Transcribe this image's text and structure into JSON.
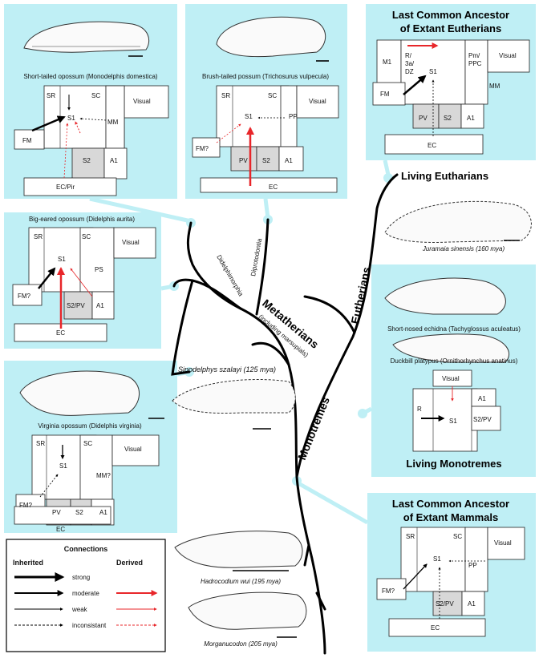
{
  "panels": {
    "monodelphis": {
      "caption": "Short-tailed opossum (Monodelphis domestica)",
      "labels": [
        "SR",
        "SC",
        "S1",
        "MM",
        "Visual",
        "FM",
        "S2",
        "A1",
        "EC/Pir"
      ]
    },
    "trichosurus": {
      "caption": "Brush-tailed possum (Trichosurus vulpecula)",
      "labels": [
        "SR",
        "SC",
        "S1",
        "PP",
        "Visual",
        "FM?",
        "PV",
        "S2",
        "A1",
        "EC"
      ]
    },
    "eutherian_lca": {
      "title_line1": "Last Common Ancestor",
      "title_line2": "of Extant Eutherians",
      "labels": [
        "M1",
        "R/",
        "3a/",
        "DZ",
        "S1",
        "Pm/",
        "PPC",
        "MM",
        "Visual",
        "FM",
        "PV",
        "S2",
        "A1",
        "EC"
      ]
    },
    "didelphis_aurita": {
      "caption": "Big-eared opossum (Didelphis aurita)",
      "labels": [
        "SR",
        "SC",
        "S1",
        "PS",
        "Visual",
        "FM?",
        "S2/PV",
        "A1",
        "EC"
      ]
    },
    "didelphis_virginia": {
      "caption": "Virginia opossum (Didelphis virginia)",
      "labels": [
        "SR",
        "SC",
        "S1",
        "MM?",
        "Visual",
        "FM?",
        "PV",
        "S2",
        "A1",
        "EC"
      ]
    },
    "monotremes": {
      "echidna_caption": "Short-nosed echidna (Tachyglossus aculeatus)",
      "platypus_caption": "Duckbill platypus (Ornithorhynchus anatinus)",
      "labels": [
        "Visual",
        "R",
        "S1",
        "A1",
        "S2/PV"
      ],
      "title": "Living Monotremes"
    },
    "mammal_lca": {
      "title_line1": "Last Common Ancestor",
      "title_line2": "of Extant Mammals",
      "labels": [
        "SR",
        "SC",
        "S1",
        "PP",
        "Visual",
        "FM?",
        "S2/PV",
        "A1",
        "EC"
      ]
    }
  },
  "tree": {
    "living_eutherians": "Living Eutharians",
    "eutherians": "Eutherians",
    "metatherians": "Metatherians",
    "metatherians_sub": "(including marsupials)",
    "monotremes": "Monotremes",
    "didelphimorphia": "Didelphimorphia",
    "diprotodontia": "Diprotodontia"
  },
  "fossils": {
    "juramaia": "Juramaia sinensis (160 mya)",
    "sinodelphys": "Sinodelphys szalayi (125 mya)",
    "hadrocodium": "Hadrocodium wui (195 mya)",
    "morganucodon": "Morganucodon (205 mya)"
  },
  "legend": {
    "title": "Connections",
    "inherited": "Inherited",
    "derived": "Derived",
    "rows": [
      "strong",
      "moderate",
      "weak",
      "inconsistant"
    ],
    "inherited_color": "#000000",
    "derived_color": "#e8262a"
  }
}
